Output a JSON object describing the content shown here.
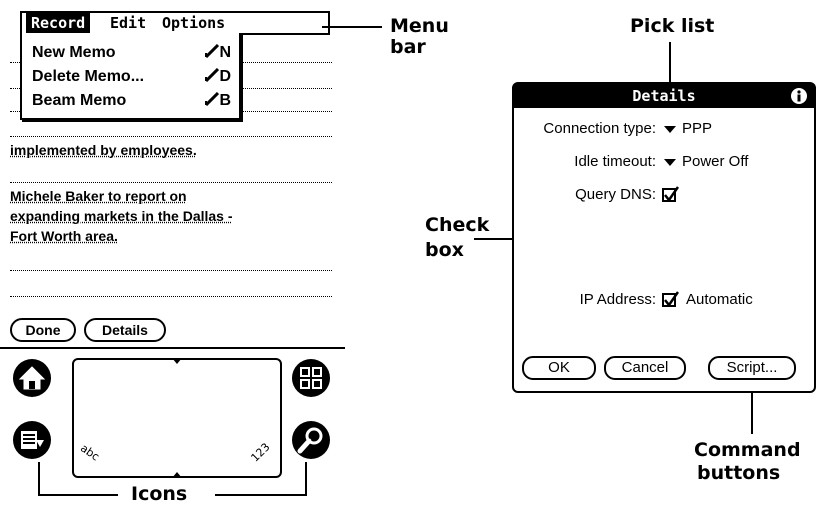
{
  "menu": {
    "record": "Record",
    "edit": "Edit",
    "options": "Options",
    "items": [
      {
        "label": "New Memo",
        "shortcut": "N"
      },
      {
        "label": "Delete Memo...",
        "shortcut": "D"
      },
      {
        "label": "Beam Memo",
        "shortcut": "B"
      }
    ]
  },
  "memo": {
    "lines": [
      "implemented by employees.",
      "Michele Baker to report on",
      "expanding markets in the Dallas -",
      "Fort Worth area."
    ]
  },
  "buttons": {
    "done": "Done",
    "details": "Details"
  },
  "dialog": {
    "title": "Details",
    "connection_label": "Connection type:",
    "connection_value": "PPP",
    "idle_label": "Idle timeout:",
    "idle_value": "Power Off",
    "dns_label": "Query DNS:",
    "ip_label": "IP Address:",
    "ip_value": "Automatic",
    "ok": "OK",
    "cancel": "Cancel",
    "script": "Script..."
  },
  "callouts": {
    "menu_bar_1": "Menu",
    "menu_bar_2": "bar",
    "pick_list": "Pick list",
    "check_box_1": "Check",
    "check_box_2": "box",
    "command_buttons_1": "Command",
    "command_buttons_2": "buttons",
    "icons": "Icons"
  },
  "silkscreen": {
    "abc": "abc",
    "num": "123"
  },
  "icon_names": [
    "home-icon",
    "menu-icon",
    "applications-icon",
    "find-icon",
    "info-icon",
    "checkmark-icon",
    "pick-list-arrow-icon"
  ]
}
